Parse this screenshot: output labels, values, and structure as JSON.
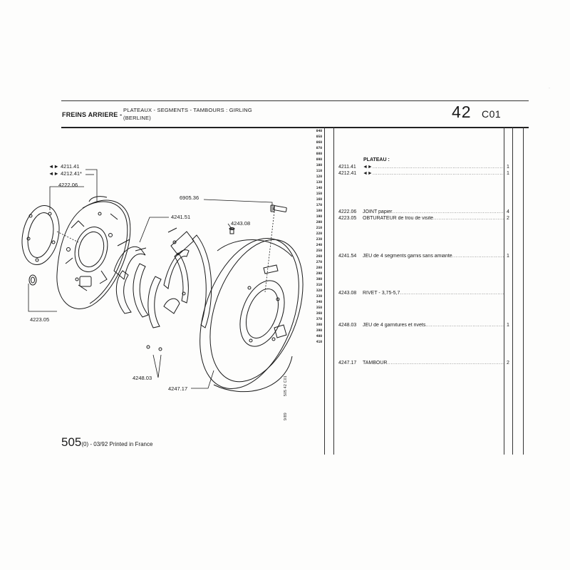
{
  "header": {
    "section_title": "FREINS ARRIERE -",
    "subtitle_line1": "PLATEAUX - SEGMENTS - TAMBOURS : GIRLING",
    "subtitle_line2": "(BERLINE)",
    "page_number": "42",
    "page_code": "C01"
  },
  "diagram": {
    "labels": {
      "l4211": "4211.41",
      "l4212": "4212.41*",
      "l4222": "4222.06",
      "l6905": "6905.36",
      "l4241": "4241.51",
      "l4243": "4243.08",
      "l4223": "4223.05",
      "l4248": "4248.03",
      "l4247": "4247.17"
    },
    "vertical_text_1": "505 42 C01",
    "vertical_text_2": "9/89"
  },
  "ref_numbers": [
    "040",
    "050",
    "060",
    "070",
    "080",
    "090",
    "100",
    "110",
    "120",
    "130",
    "140",
    "150",
    "160",
    "170",
    "180",
    "190",
    "200",
    "210",
    "220",
    "230",
    "240",
    "250",
    "260",
    "270",
    "280",
    "290",
    "300",
    "310",
    "320",
    "330",
    "340",
    "350",
    "360",
    "370",
    "380",
    "390",
    "400",
    "410"
  ],
  "parts": {
    "group_heading": "PLATEAU :",
    "items": [
      {
        "code": "4211.41",
        "desc": "◄►",
        "dots": "..........................................................................................",
        "qty": "1"
      },
      {
        "code": "4212.41",
        "desc": "◄►",
        "dots": "..........................................................................................",
        "qty": "1"
      },
      {
        "code": "4222.06",
        "desc": "JOINT papier",
        "dots": "...................................................................",
        "qty": "4"
      },
      {
        "code": "4223.05",
        "desc": "OBTURATEUR de trou de visite",
        "dots": ".........................................",
        "qty": "2"
      },
      {
        "code": "4241.54",
        "desc": "JEU de 4 segments garnis sans amiante",
        "dots": "...............................",
        "qty": "1"
      },
      {
        "code": "4243.08",
        "desc": "RIVET - 3,75-5,7",
        "dots": "....................................................................",
        "qty": ""
      },
      {
        "code": "4248.03",
        "desc": "JEU de 4 garnitures et rivets",
        "dots": "..............................................",
        "qty": "1"
      },
      {
        "code": "4247.17",
        "desc": "TAMBOUR",
        "dots": "....................................................................................",
        "qty": "2"
      }
    ]
  },
  "footer": {
    "model": "505",
    "suffix": "(0) - 03/92 Printed in France"
  }
}
